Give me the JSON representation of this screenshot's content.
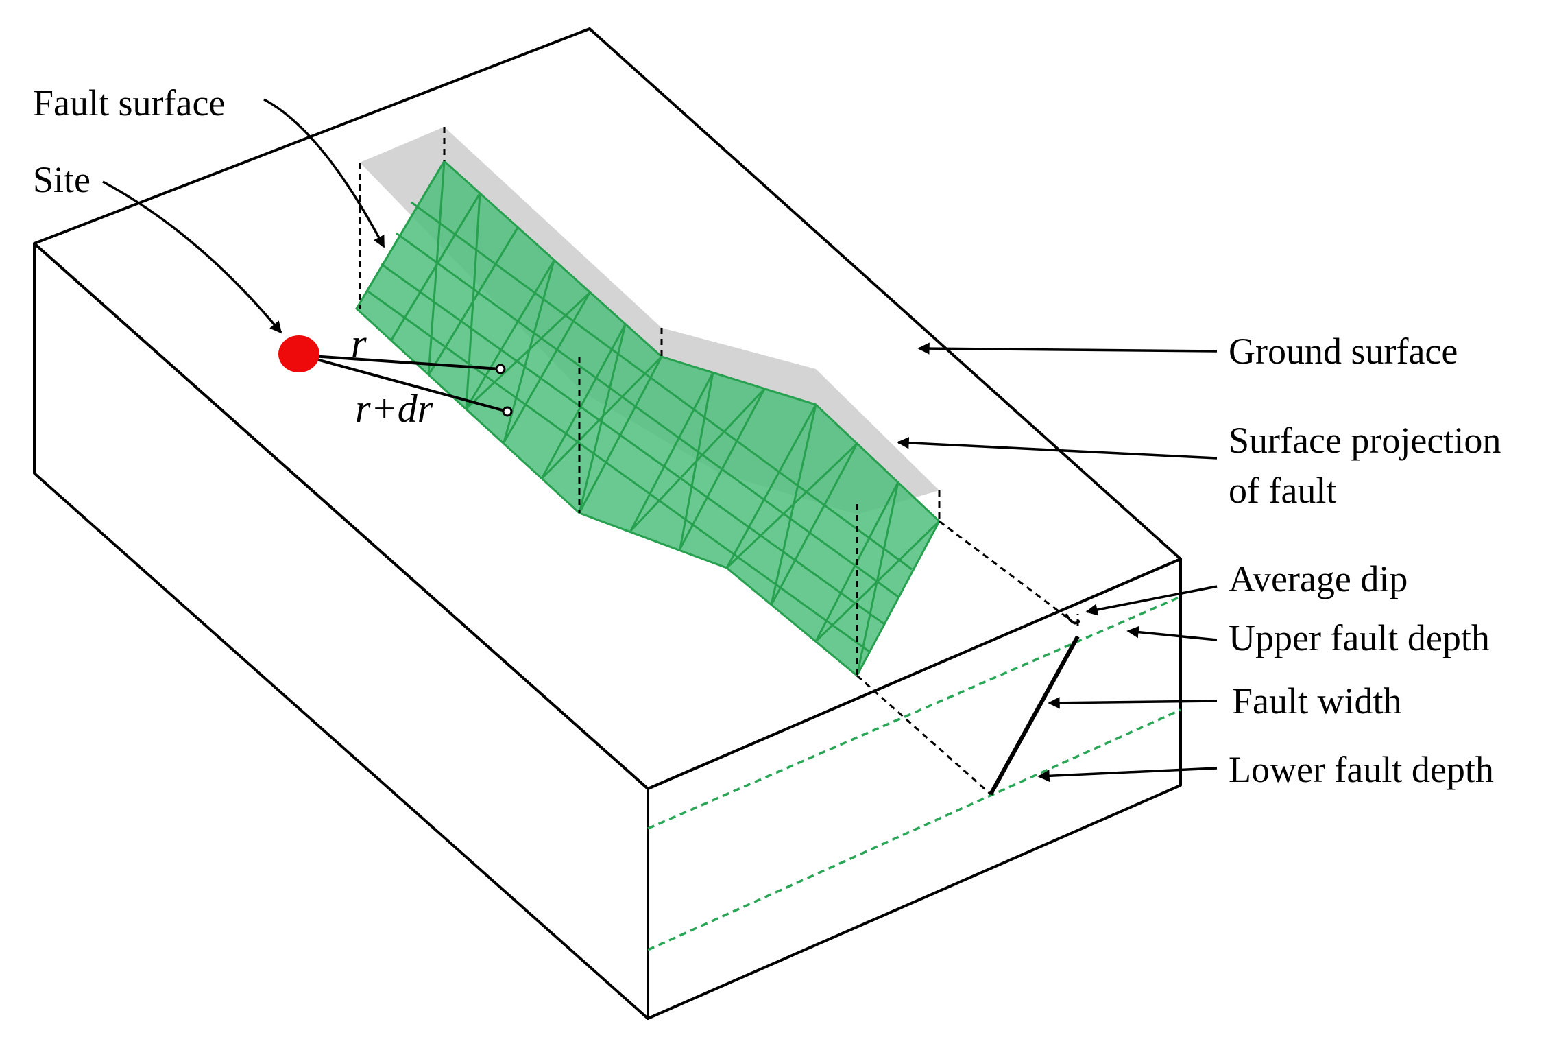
{
  "labels": {
    "fault_surface": "Fault surface",
    "site": "Site",
    "ground_surface": "Ground surface",
    "surface_projection_line1": "Surface projection",
    "surface_projection_line2": "of fault",
    "average_dip": "Average dip",
    "upper_fault_depth": "Upper fault depth",
    "fault_width": "Fault width",
    "lower_fault_depth": "Lower fault depth",
    "r": "r",
    "r_plus_dr": "r+dr"
  },
  "colors": {
    "top_surface": "#f2f2f2",
    "side_faces": "#c3c3c3",
    "fault_fill": "#4fc07c",
    "fault_mesh": "#27a04f",
    "projection": "#d2d2d2",
    "site_marker": "#ee0a0a",
    "depth_lines": "#2aa657"
  }
}
